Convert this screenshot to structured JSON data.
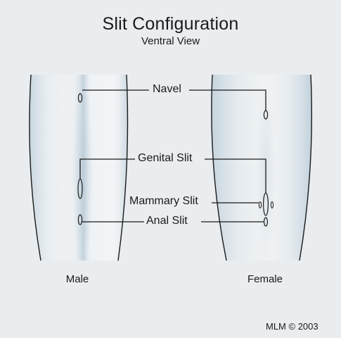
{
  "title": "Slit Configuration",
  "subtitle": "Ventral View",
  "labels": {
    "navel": "Navel",
    "genital_slit": "Genital Slit",
    "mammary_slit": "Mammary Slit",
    "anal_slit": "Anal Slit"
  },
  "sides": {
    "male": "Male",
    "female": "Female"
  },
  "credit": "MLM © 2003",
  "colors": {
    "background": "#e9edf0",
    "body_shade": "#b9cad6",
    "outline": "#1a1a1a"
  }
}
